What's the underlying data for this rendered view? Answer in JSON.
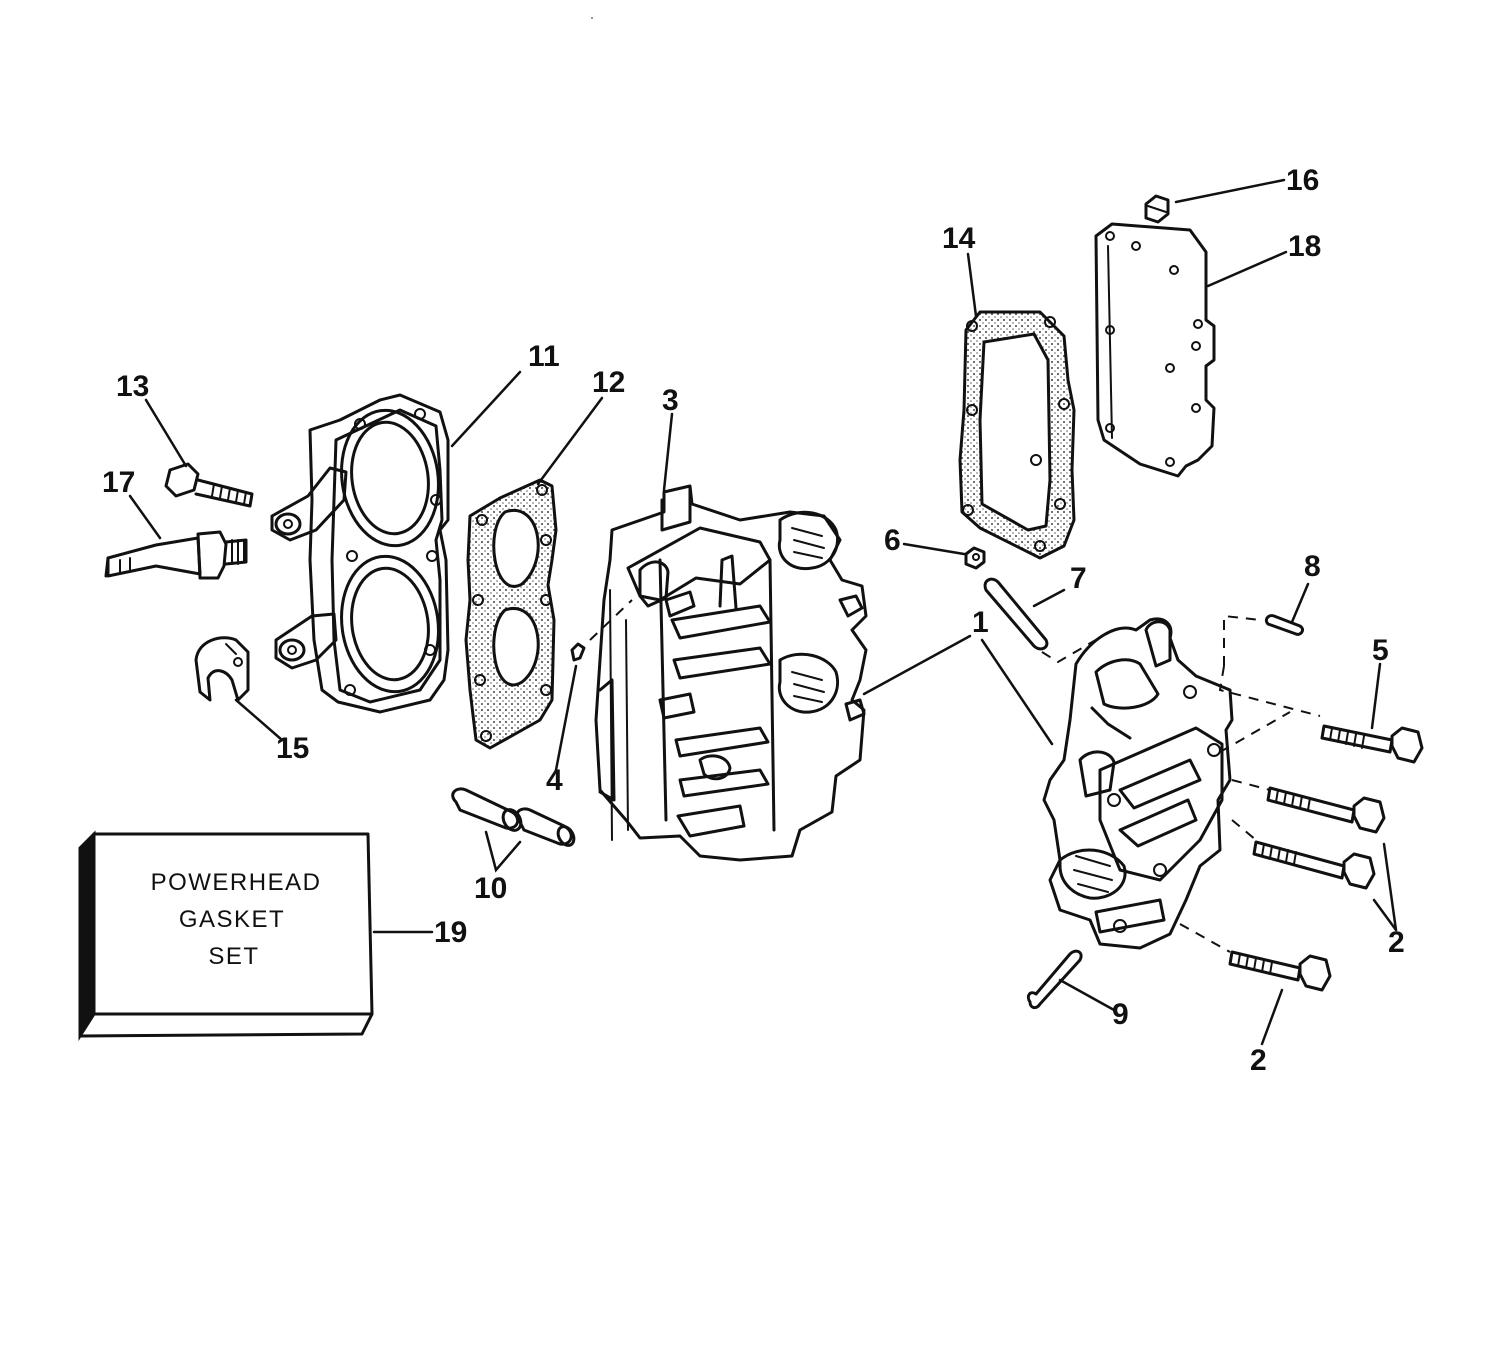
{
  "gasket_set": {
    "line1": "POWERHEAD",
    "line2": "GASKET",
    "line3": "SET"
  },
  "callouts": {
    "c1": "1",
    "c2a": "2",
    "c2b": "2",
    "c3": "3",
    "c4": "4",
    "c5": "5",
    "c6": "6",
    "c7": "7",
    "c8": "8",
    "c9": "9",
    "c10": "10",
    "c11": "11",
    "c12": "12",
    "c13": "13",
    "c14": "14",
    "c15": "15",
    "c16": "16",
    "c17": "17",
    "c18": "18",
    "c19": "19"
  },
  "colors": {
    "ink": "#111111",
    "paper": "#ffffff"
  }
}
